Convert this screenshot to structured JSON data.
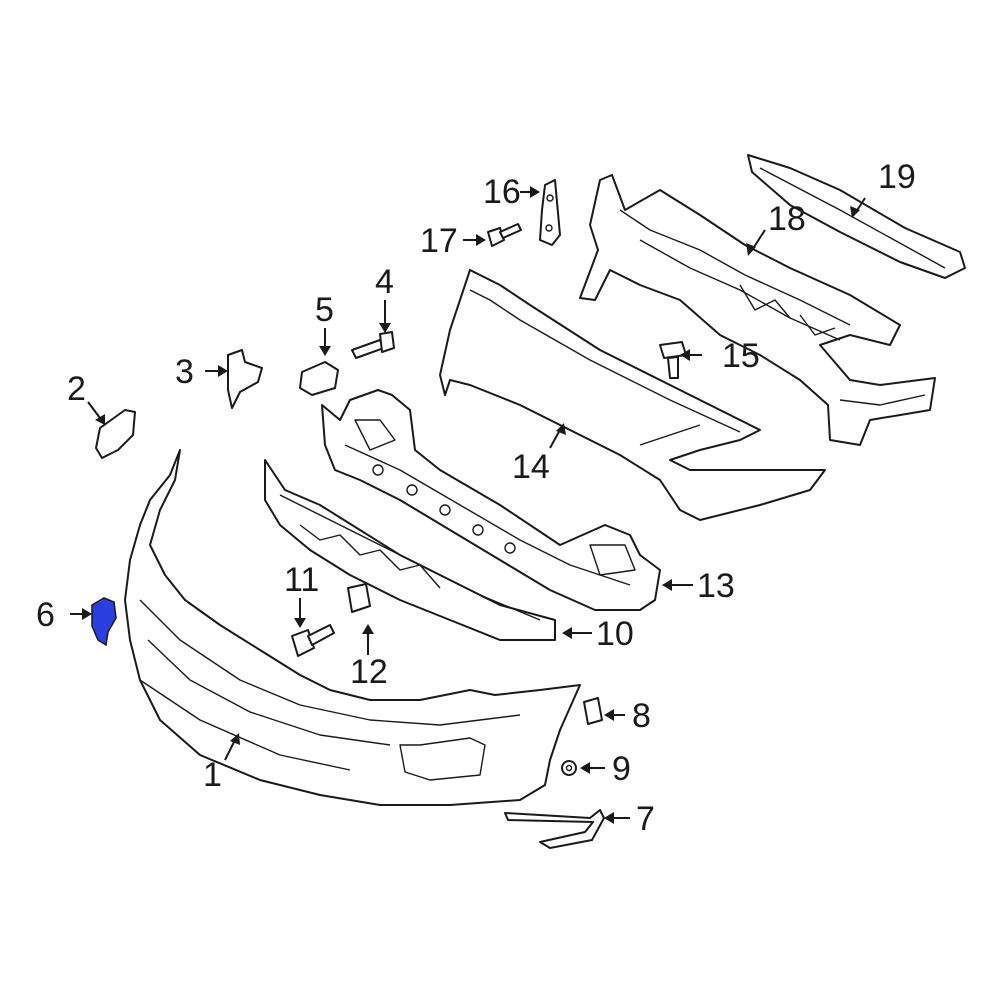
{
  "diagram": {
    "callouts": {
      "c1": "1",
      "c2": "2",
      "c3": "3",
      "c4": "4",
      "c5": "5",
      "c6": "6",
      "c7": "7",
      "c8": "8",
      "c9": "9",
      "c10": "10",
      "c11": "11",
      "c12": "12",
      "c13": "13",
      "c14": "14",
      "c15": "15",
      "c16": "16",
      "c17": "17",
      "c18": "18",
      "c19": "19"
    },
    "highlighted_part": "6",
    "highlight_color": "#2b3ee0",
    "line_color": "#1a1a1a"
  }
}
